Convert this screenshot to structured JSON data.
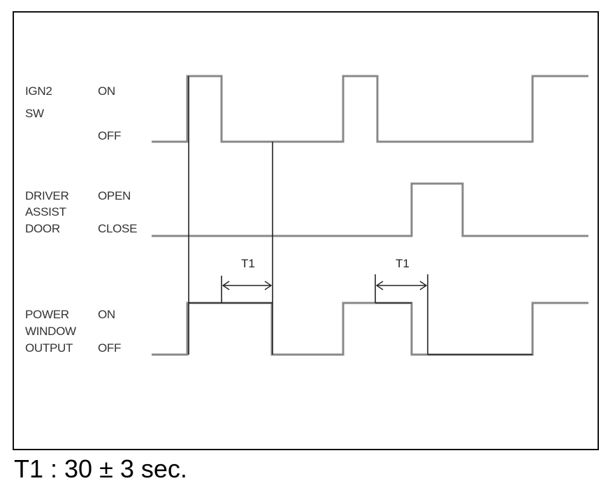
{
  "signals": [
    {
      "id": "ign2",
      "name_lines": [
        "IGN2",
        "SW"
      ],
      "states": [
        "ON",
        "OFF"
      ]
    },
    {
      "id": "door",
      "name_lines": [
        "DRIVER",
        "ASSIST",
        "DOOR"
      ],
      "states": [
        "OPEN",
        "CLOSE"
      ]
    },
    {
      "id": "pw",
      "name_lines": [
        "POWER",
        "WINDOW",
        "OUTPUT"
      ],
      "states": [
        "ON",
        "OFF"
      ]
    }
  ],
  "timing_labels": [
    "T1",
    "T1"
  ],
  "note": "T1 : 30 ± 3 sec."
}
